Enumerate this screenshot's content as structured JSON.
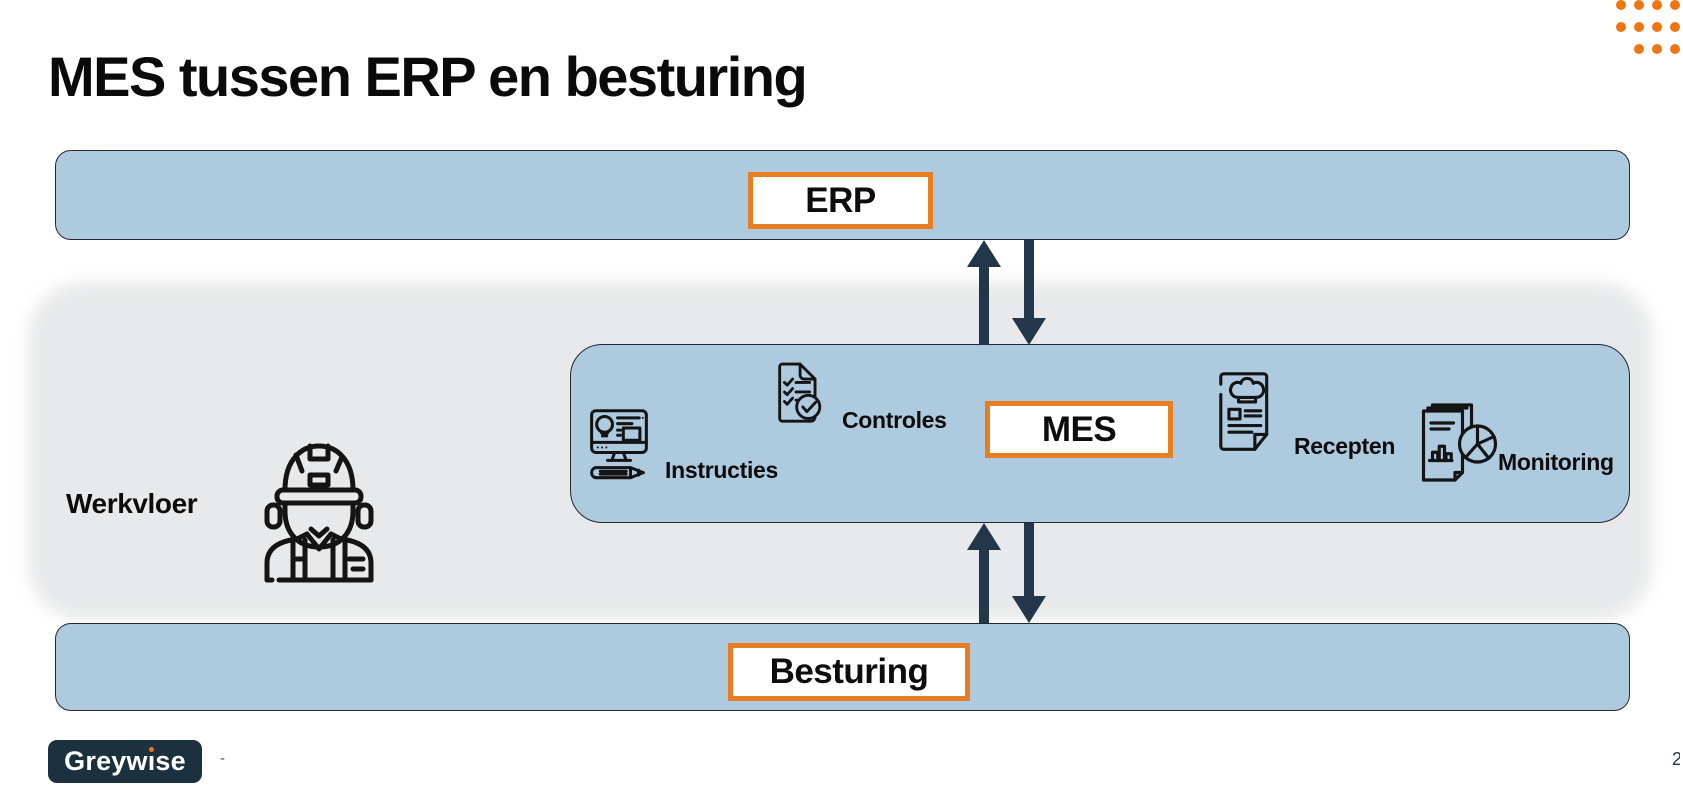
{
  "slide": {
    "title": "MES tussen ERP en besturing",
    "page_number": "2"
  },
  "layers": {
    "erp": {
      "label": "ERP"
    },
    "mes": {
      "label": "MES"
    },
    "besturing": {
      "label": "Besturing"
    },
    "werkvloer": {
      "label": "Werkvloer"
    }
  },
  "mes_capabilities": [
    {
      "label": "Instructies",
      "icon": "work-instructions-icon"
    },
    {
      "label": "Controles",
      "icon": "checklist-icon"
    },
    {
      "label": "Recepten",
      "icon": "recipe-icon"
    },
    {
      "label": "Monitoring",
      "icon": "monitoring-report-icon"
    }
  ],
  "connections": [
    {
      "from": "ERP",
      "to": "MES",
      "type": "bidirectional-arrows"
    },
    {
      "from": "MES",
      "to": "Besturing",
      "type": "bidirectional-arrows"
    }
  ],
  "footer": {
    "brand": "Greywise",
    "brand_parts": [
      "Greyw",
      "ı",
      "se"
    ],
    "separator": "-"
  },
  "colors": {
    "band_blue": "#AECADE",
    "accent_orange": "#E87E22",
    "dots_orange": "#EE7612",
    "arrow_dark": "#22374A",
    "brand_navy": "#1C3140",
    "werkvloer_gray": "#E8E9EA"
  }
}
